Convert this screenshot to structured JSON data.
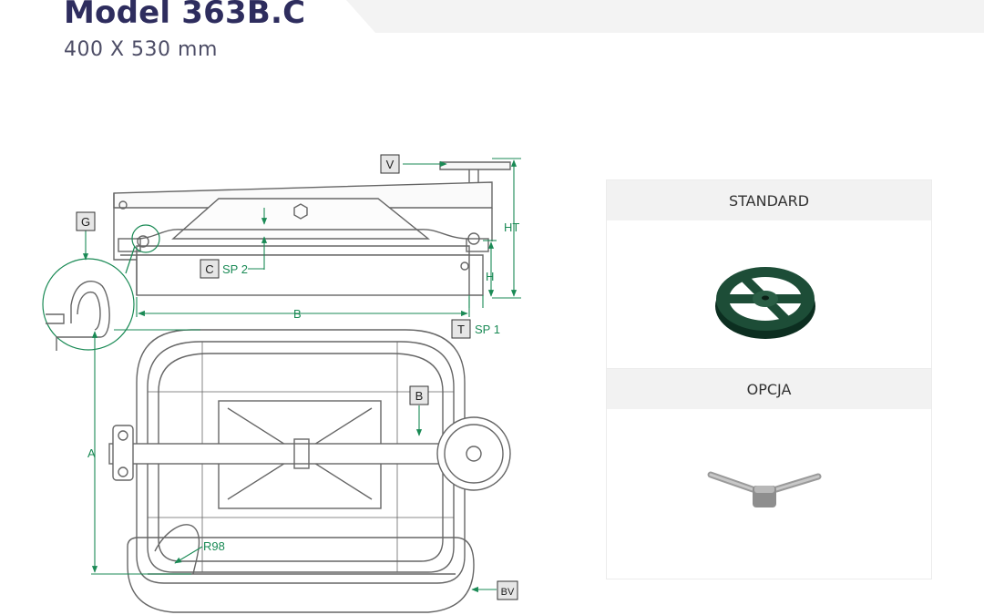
{
  "header": {
    "title": "Model 363B.C",
    "subtitle": "400 X 530 mm"
  },
  "drawing": {
    "labels": {
      "v": "V",
      "ht": "HT",
      "g": "G",
      "c": "C",
      "sp2": "SP 2",
      "h": "H",
      "b_dim": "B",
      "t": "T",
      "sp1": "SP 1",
      "b_box": "B",
      "a_dim": "A",
      "r98": "R98",
      "bv": "BV"
    },
    "colors": {
      "dimension": "#1a8a55",
      "outline": "#666666",
      "label_box": "#e6e6e6"
    }
  },
  "panels": {
    "standard": {
      "label": "STANDARD",
      "icon": "handwheel-icon"
    },
    "option": {
      "label": "OPCJA",
      "icon": "wing-nut-icon"
    }
  }
}
